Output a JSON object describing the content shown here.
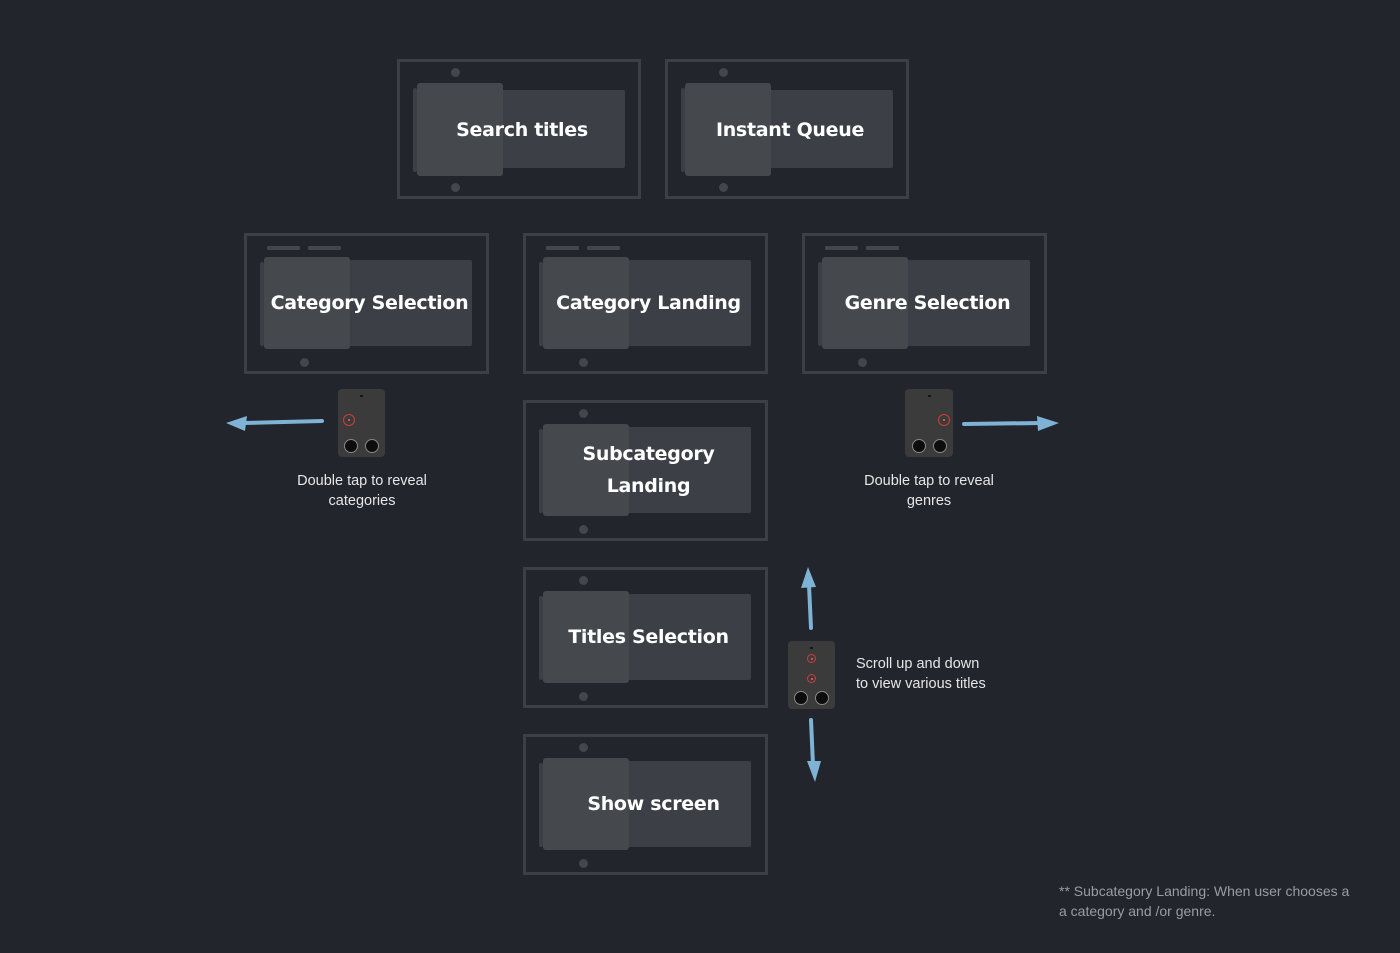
{
  "screens": {
    "search_titles": "Search titles",
    "instant_queue": "Instant Queue",
    "category_selection": "Category Selection",
    "category_landing": "Category Landing",
    "genre_selection": "Genre Selection",
    "subcategory_landing_line1": "Subcategory",
    "subcategory_landing_line2": "Landing",
    "titles_selection": "Titles Selection",
    "show_screen": "Show screen"
  },
  "notes": {
    "categories_line1": "Double tap to reveal",
    "categories_line2": "categories",
    "genres_line1": "Double tap to reveal",
    "genres_line2": "genres",
    "scroll_line1": "Scroll up and down",
    "scroll_line2": "to view various titles"
  },
  "footnote": {
    "line1": "** Subcategory Landing: When user chooses a",
    "line2": "a category and /or genre."
  },
  "remote_icons": [
    "touch-ring-icon",
    "menu-button-icon",
    "tv-button-icon"
  ],
  "colors": {
    "background": "#22252c",
    "arrow": "#7fb3d6",
    "remote_accent": "#d23b3b"
  }
}
